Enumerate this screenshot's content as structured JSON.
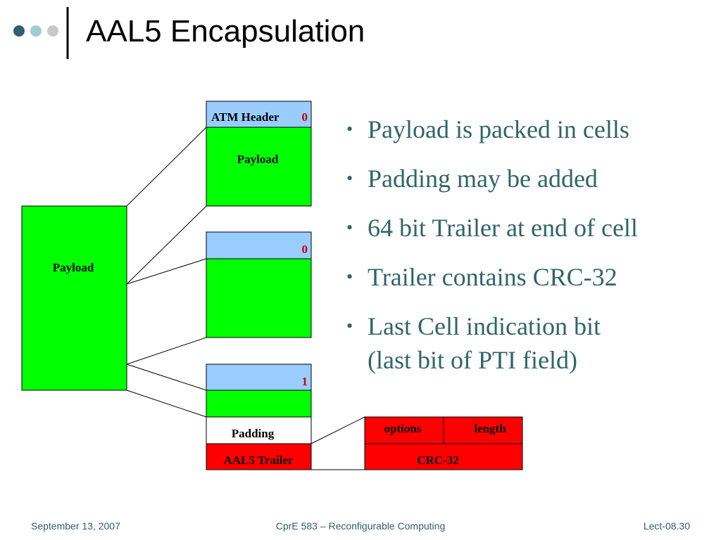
{
  "slide": {
    "title": "AAL5 Encapsulation"
  },
  "diagram": {
    "payload_label": "Payload",
    "cell1": {
      "header": "ATM Header",
      "bit": "0",
      "payload": "Payload"
    },
    "cell2": {
      "bit": "0"
    },
    "cell3": {
      "bit": "1"
    },
    "padding": "Padding",
    "trailer": "AAL5 Trailer",
    "trailer_detail": {
      "options": "options",
      "length": "length",
      "crc": "CRC-32"
    }
  },
  "bullets": [
    {
      "line1": "Payload is packed in cells",
      "line2": ""
    },
    {
      "line1": "Padding may be added",
      "line2": ""
    },
    {
      "line1": "64 bit Trailer at end of cell",
      "line2": ""
    },
    {
      "line1": "Trailer contains CRC-32",
      "line2": ""
    },
    {
      "line1": "Last Cell indication bit",
      "line2": "(last bit of PTI field)"
    }
  ],
  "footer": {
    "date": "September 13, 2007",
    "course": "CprE 583 – Reconfigurable Computing",
    "lecture": "Lect-08.30"
  },
  "colors": {
    "green": "#00ff00",
    "header_blue": "#99ccff",
    "trailer_red": "#ff0000",
    "bit_red": "#cc0000",
    "bullet_text": "#2f6567"
  }
}
